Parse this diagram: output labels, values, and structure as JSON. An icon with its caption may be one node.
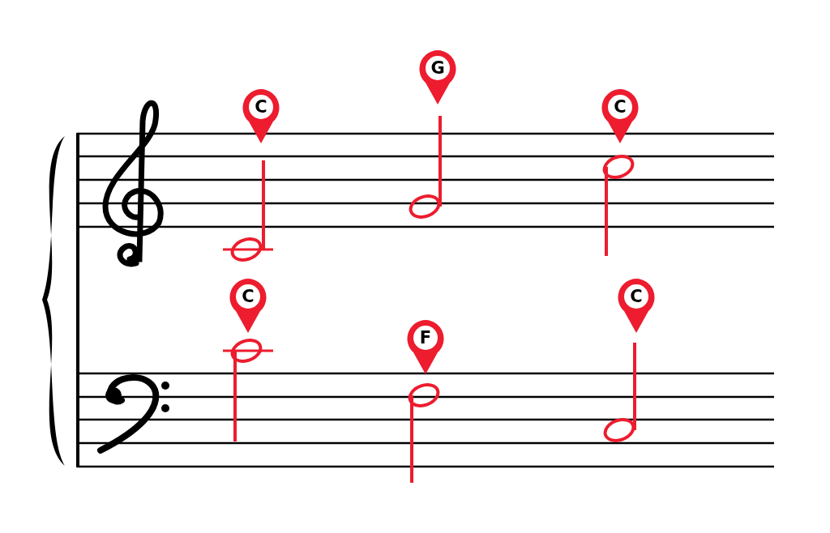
{
  "diagram": {
    "labels": [
      "C",
      "G",
      "C",
      "C",
      "F",
      "C"
    ]
  }
}
